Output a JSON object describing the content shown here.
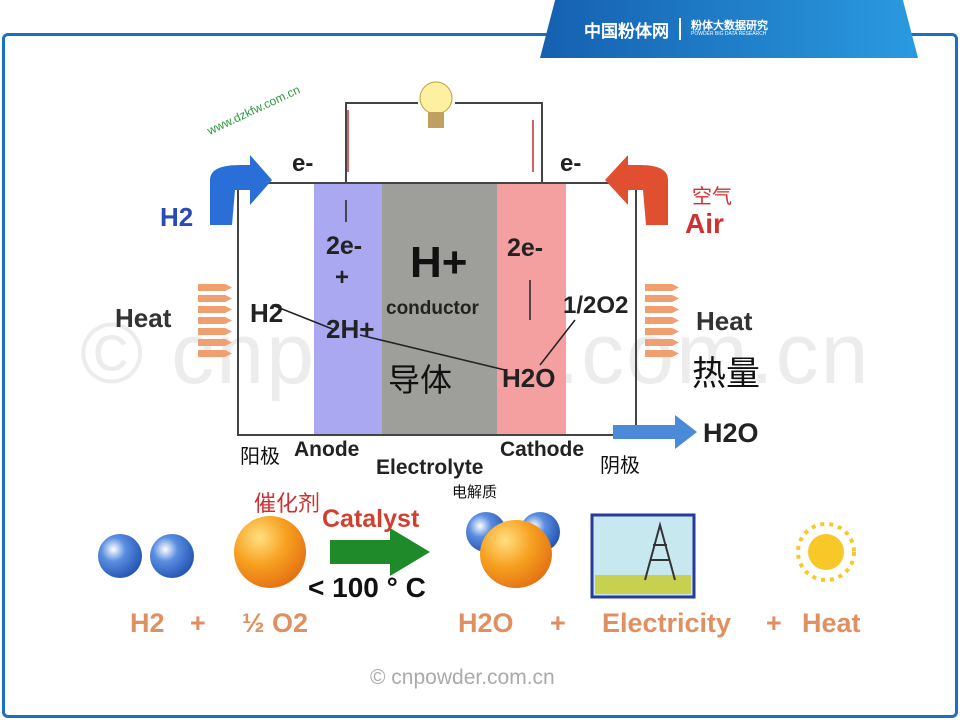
{
  "header": {
    "site_name": "中国粉体网",
    "research_name": "粉体大数据研究",
    "research_sub": "POWDER BIG DATA RESEARCH"
  },
  "watermarks": {
    "diagonal": "www.dzkfw.com.cn",
    "center": "© cnpowder.com.cn",
    "footer": "© cnpowder.com.cn"
  },
  "cell": {
    "electron_left": "e-",
    "electron_right": "e-",
    "h2_in": "H2",
    "air_cn": "空气",
    "air": "Air",
    "heat_left": "Heat",
    "heat_right": "Heat",
    "heat_cn": "热量",
    "anode_top": "2e-",
    "anode_plus": "+",
    "anode_h2": "H2",
    "anode_2h": "2H+",
    "h_plus": "H+",
    "conductor": "conductor",
    "conductor_cn": "导体",
    "cathode_top": "2e-",
    "half_o2": "1/2O2",
    "h2o_inside": "H2O",
    "anode_cn": "阳极",
    "anode": "Anode",
    "electrolyte": "Electrolyte",
    "electrolyte_cn": "电解质",
    "cathode": "Cathode",
    "cathode_cn": "阴极",
    "h2o_out": "H2O"
  },
  "reaction": {
    "catalyst_cn": "催化剂",
    "catalyst": "Catalyst",
    "temperature": "< 100 ° C",
    "h2": "H2",
    "plus1": "+",
    "half_o2": "½ O2",
    "h2o": "H2O",
    "plus2": "+",
    "electricity": "Electricity",
    "plus3": "+",
    "heat": "Heat"
  }
}
